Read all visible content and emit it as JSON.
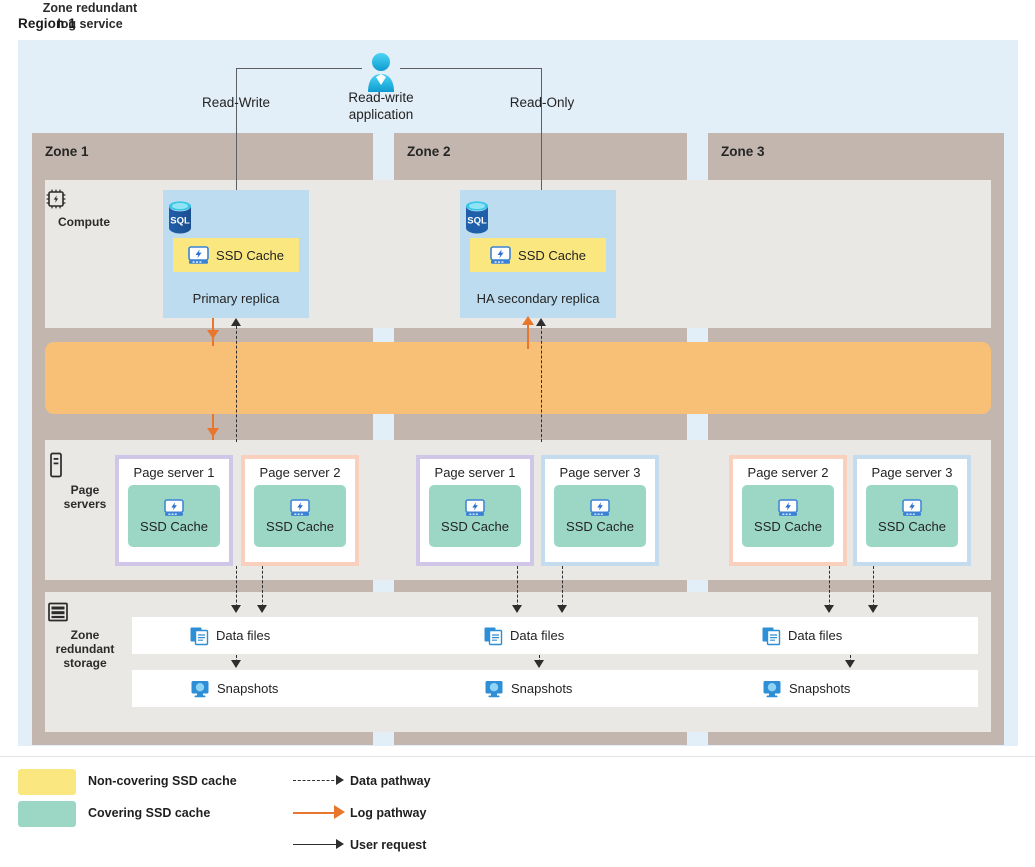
{
  "region": {
    "title": "Region 1"
  },
  "app": {
    "label": "Read-write\napplication",
    "label_line1": "Read-write",
    "label_line2": "application",
    "icon": "person-icon",
    "left_path_label": "Read-Write",
    "right_path_label": "Read-Only"
  },
  "zones": [
    {
      "name": "Zone 1"
    },
    {
      "name": "Zone 2"
    },
    {
      "name": "Zone 3"
    }
  ],
  "rows": {
    "compute": {
      "label": "Compute",
      "icon": "cpu-chip-icon"
    },
    "page_servers": {
      "label_line1": "Page",
      "label_line2": "servers",
      "icon": "server-rack-icon"
    },
    "storage": {
      "label_line1": "Zone",
      "label_line2": "redundant",
      "label_line3": "storage",
      "icon": "storage-stack-icon"
    }
  },
  "log_service": {
    "label_line1": "Zone redundant",
    "label_line2": "log service",
    "color": "#f8bf76"
  },
  "replicas": [
    {
      "id": "primary",
      "name": "Primary replica",
      "db_icon": "sql-database-icon",
      "cache_label": "SSD Cache",
      "cache_icon": "ssd-drive-icon",
      "cache_type": "non-covering",
      "cache_color": "#fbe77f",
      "zone": "Zone 1"
    },
    {
      "id": "ha-secondary",
      "name": "HA secondary replica",
      "db_icon": "sql-database-icon",
      "cache_label": "SSD Cache",
      "cache_icon": "ssd-drive-icon",
      "cache_type": "non-covering",
      "cache_color": "#fbe77f",
      "zone": "Zone 2"
    }
  ],
  "page_servers": [
    {
      "zone": "Zone 1",
      "name": "Page server 1",
      "cache_label": "SSD Cache",
      "cache_icon": "ssd-drive-icon",
      "border_color": "#cfc6e8",
      "cache_color": "#9bd7c4"
    },
    {
      "zone": "Zone 1",
      "name": "Page server 2",
      "cache_label": "SSD Cache",
      "cache_icon": "ssd-drive-icon",
      "border_color": "#f9cfbd",
      "cache_color": "#9bd7c4"
    },
    {
      "zone": "Zone 2",
      "name": "Page server 1",
      "cache_label": "SSD Cache",
      "cache_icon": "ssd-drive-icon",
      "border_color": "#cfc6e8",
      "cache_color": "#9bd7c4"
    },
    {
      "zone": "Zone 2",
      "name": "Page server 3",
      "cache_label": "SSD Cache",
      "cache_icon": "ssd-drive-icon",
      "border_color": "#c5dcee",
      "cache_color": "#9bd7c4"
    },
    {
      "zone": "Zone 3",
      "name": "Page server 2",
      "cache_label": "SSD Cache",
      "cache_icon": "ssd-drive-icon",
      "border_color": "#f9cfbd",
      "cache_color": "#9bd7c4"
    },
    {
      "zone": "Zone 3",
      "name": "Page server 3",
      "cache_label": "SSD Cache",
      "cache_icon": "ssd-drive-icon",
      "border_color": "#c5dcee",
      "cache_color": "#9bd7c4"
    }
  ],
  "storage": {
    "data_files": [
      {
        "label": "Data files",
        "icon": "documents-icon"
      },
      {
        "label": "Data files",
        "icon": "documents-icon"
      },
      {
        "label": "Data files",
        "icon": "documents-icon"
      }
    ],
    "snapshots": [
      {
        "label": "Snapshots",
        "icon": "snapshot-monitor-icon"
      },
      {
        "label": "Snapshots",
        "icon": "snapshot-monitor-icon"
      },
      {
        "label": "Snapshots",
        "icon": "snapshot-monitor-icon"
      }
    ]
  },
  "legend": {
    "swatches": [
      {
        "label": "Non-covering SSD cache",
        "color": "#fbe77f"
      },
      {
        "label": "Covering SSD cache",
        "color": "#9bd7c4"
      }
    ],
    "lines": [
      {
        "label": "Data pathway",
        "style": "dashed",
        "color": "#2e2e2e"
      },
      {
        "label": "Log pathway",
        "style": "solid",
        "color": "#e8762c"
      },
      {
        "label": "User request",
        "style": "solid",
        "color": "#2e2e2e"
      }
    ]
  },
  "colors": {
    "region_bg": "#e3eff8",
    "zone_header": "#c2b6ae",
    "band_bg": "#e9e8e4",
    "replica_bg": "#bedcef",
    "log_orange": "#f8bf76",
    "accent_orange": "#e8762c"
  }
}
